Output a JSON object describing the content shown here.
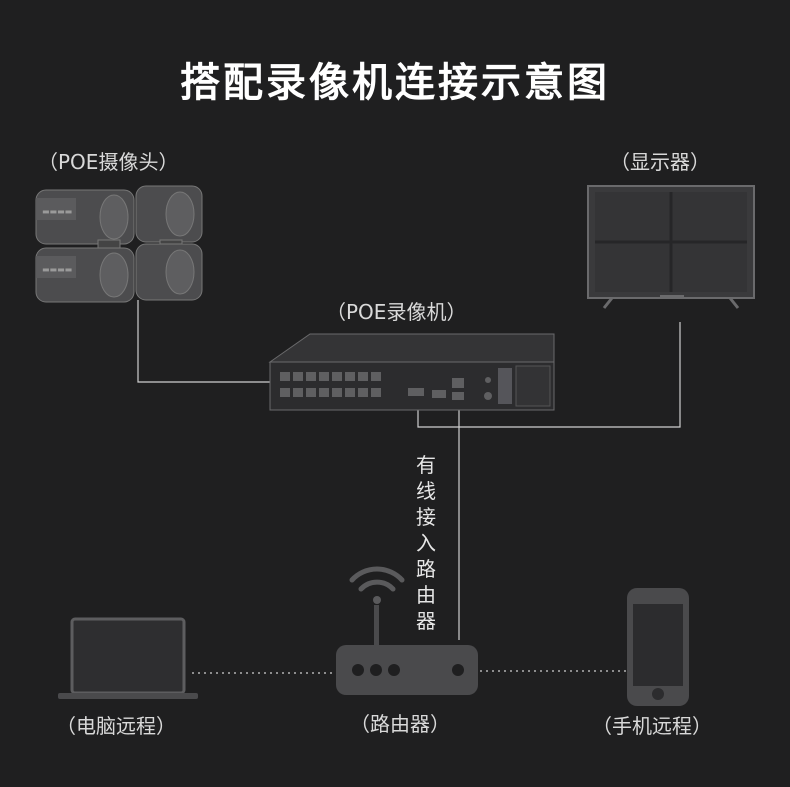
{
  "title": "搭配录像机连接示意图",
  "labels": {
    "camera": "（POE摄像头）",
    "monitor": "（显示器）",
    "nvr": "（POE录像机）",
    "router": "（路由器）",
    "pc": "（电脑远程）",
    "phone": "（手机远程）"
  },
  "wired_label": "有线接入路由器",
  "colors": {
    "background": "#1f1f20",
    "line": "#cfcfcf",
    "device": "#4a4a4c"
  }
}
